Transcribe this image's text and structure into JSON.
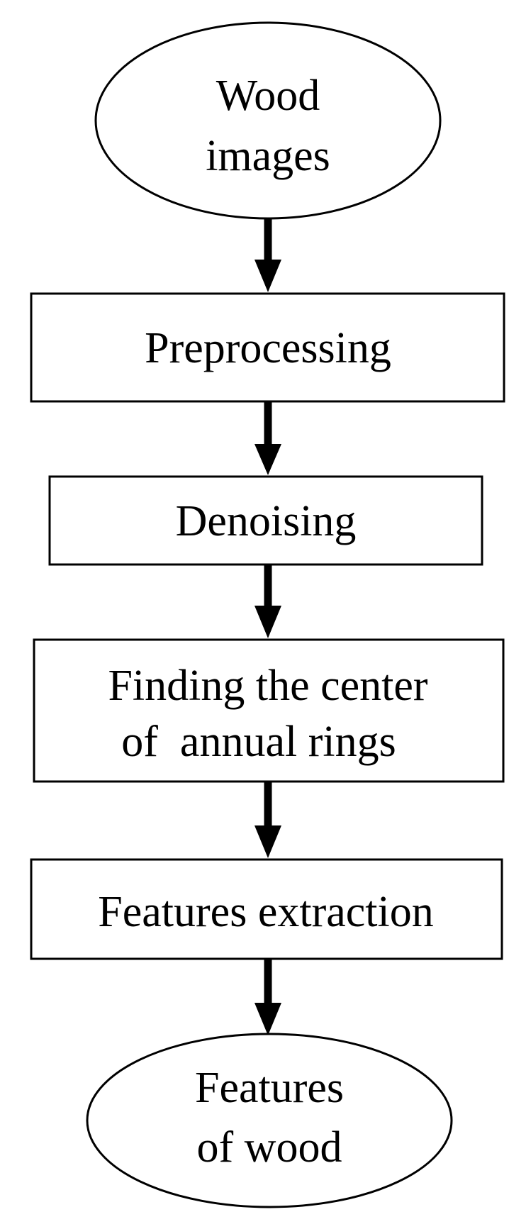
{
  "start_node": {
    "line1": "Wood",
    "line2": "images"
  },
  "steps": [
    {
      "label": "Preprocessing"
    },
    {
      "label": "Denoising"
    },
    {
      "line1": "Finding the center",
      "line2": "of  annual rings"
    },
    {
      "label": "Features extraction"
    }
  ],
  "end_node": {
    "line1": "Features",
    "line2": "of wood"
  }
}
